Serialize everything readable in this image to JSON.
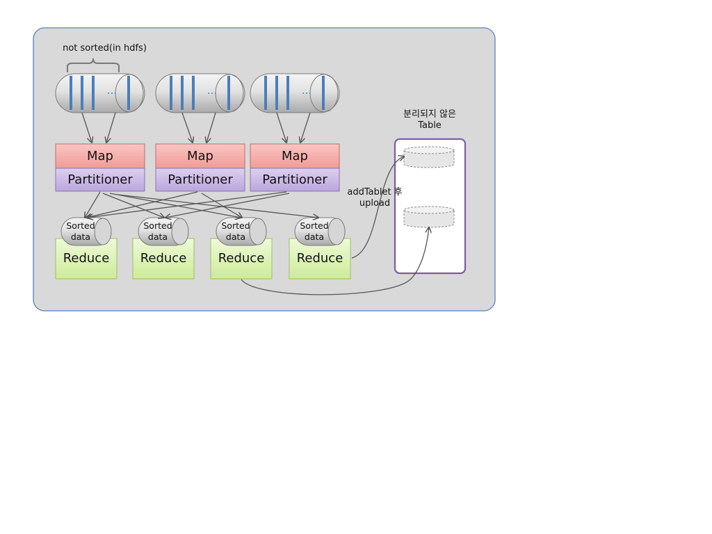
{
  "labels": {
    "not_sorted": "not sorted(in hdfs)",
    "ellipsis": "...",
    "table_title_line1": "분리되지 않은",
    "table_title_line2": "Table",
    "upload_line1": "addTablet 후",
    "upload_line2": "upload"
  },
  "map_blocks": [
    {
      "map_label": "Map",
      "partitioner_label": "Partitioner"
    },
    {
      "map_label": "Map",
      "partitioner_label": "Partitioner"
    },
    {
      "map_label": "Map",
      "partitioner_label": "Partitioner"
    }
  ],
  "reducers": [
    {
      "disk_line1": "Sorted",
      "disk_line2": "data",
      "label": "Reduce"
    },
    {
      "disk_line1": "Sorted",
      "disk_line2": "data",
      "label": "Reduce"
    },
    {
      "disk_line1": "Sorted",
      "disk_line2": "data",
      "label": "Reduce"
    },
    {
      "disk_line1": "Sorted",
      "disk_line2": "data",
      "label": "Reduce"
    }
  ],
  "colors": {
    "panel_fill": "#d9d9d9",
    "panel_stroke": "#5b7fbf",
    "map_fill": "#f4a7a3",
    "partitioner_fill": "#c9b5e4",
    "reduce_fill": "#d5f0a6",
    "table_stroke": "#7d5ba6",
    "bar_color": "#4a7ebb",
    "arrow_color": "#555555"
  }
}
